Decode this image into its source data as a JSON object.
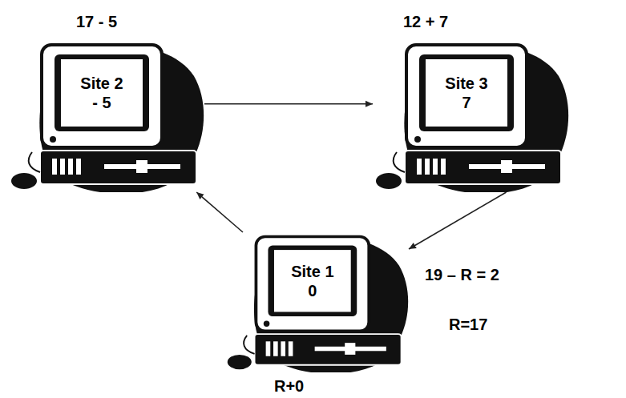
{
  "diagram": {
    "nodes": [
      {
        "text": [
          "Site 2",
          "- 5"
        ]
      },
      {
        "text": [
          "Site 3",
          "7"
        ]
      },
      {
        "text": [
          "Site 1",
          "0"
        ]
      }
    ],
    "edges": [
      {
        "from": 0,
        "to": 1,
        "arrow": "to"
      },
      {
        "from": 1,
        "to": 2,
        "arrow": "to"
      },
      {
        "from": 2,
        "to": 0,
        "arrow": "to"
      }
    ],
    "labels": [
      "17 - 5",
      "12 + 7",
      "19 – R = 2",
      "R=17",
      "R+0"
    ]
  }
}
